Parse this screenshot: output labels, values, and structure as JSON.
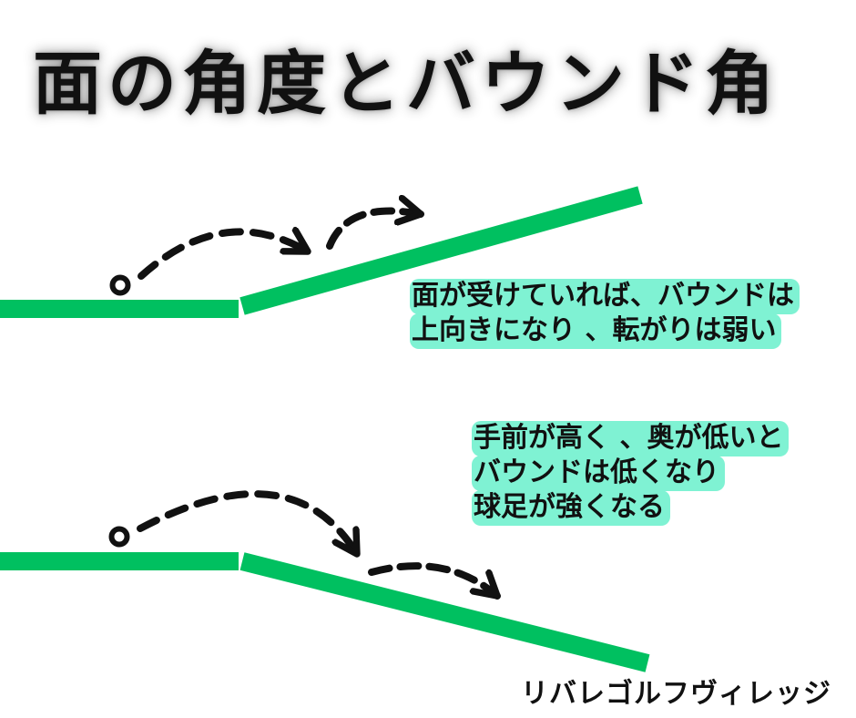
{
  "title": "面の角度とバウンド角",
  "colors": {
    "surface": "#00c060",
    "callout_background": "#7ff2d3",
    "text": "#111111",
    "trajectory": "#111111"
  },
  "upper_example": {
    "description_lines": [
      "面が受けていれば、バウンドは",
      "上向きになり 、転がりは弱い"
    ]
  },
  "lower_example": {
    "description_lines": [
      "手前が高く 、奥が低いと",
      "バウンドは低くなり",
      "球足が強くなる"
    ]
  },
  "credit": "リバレゴルフヴィレッジ"
}
